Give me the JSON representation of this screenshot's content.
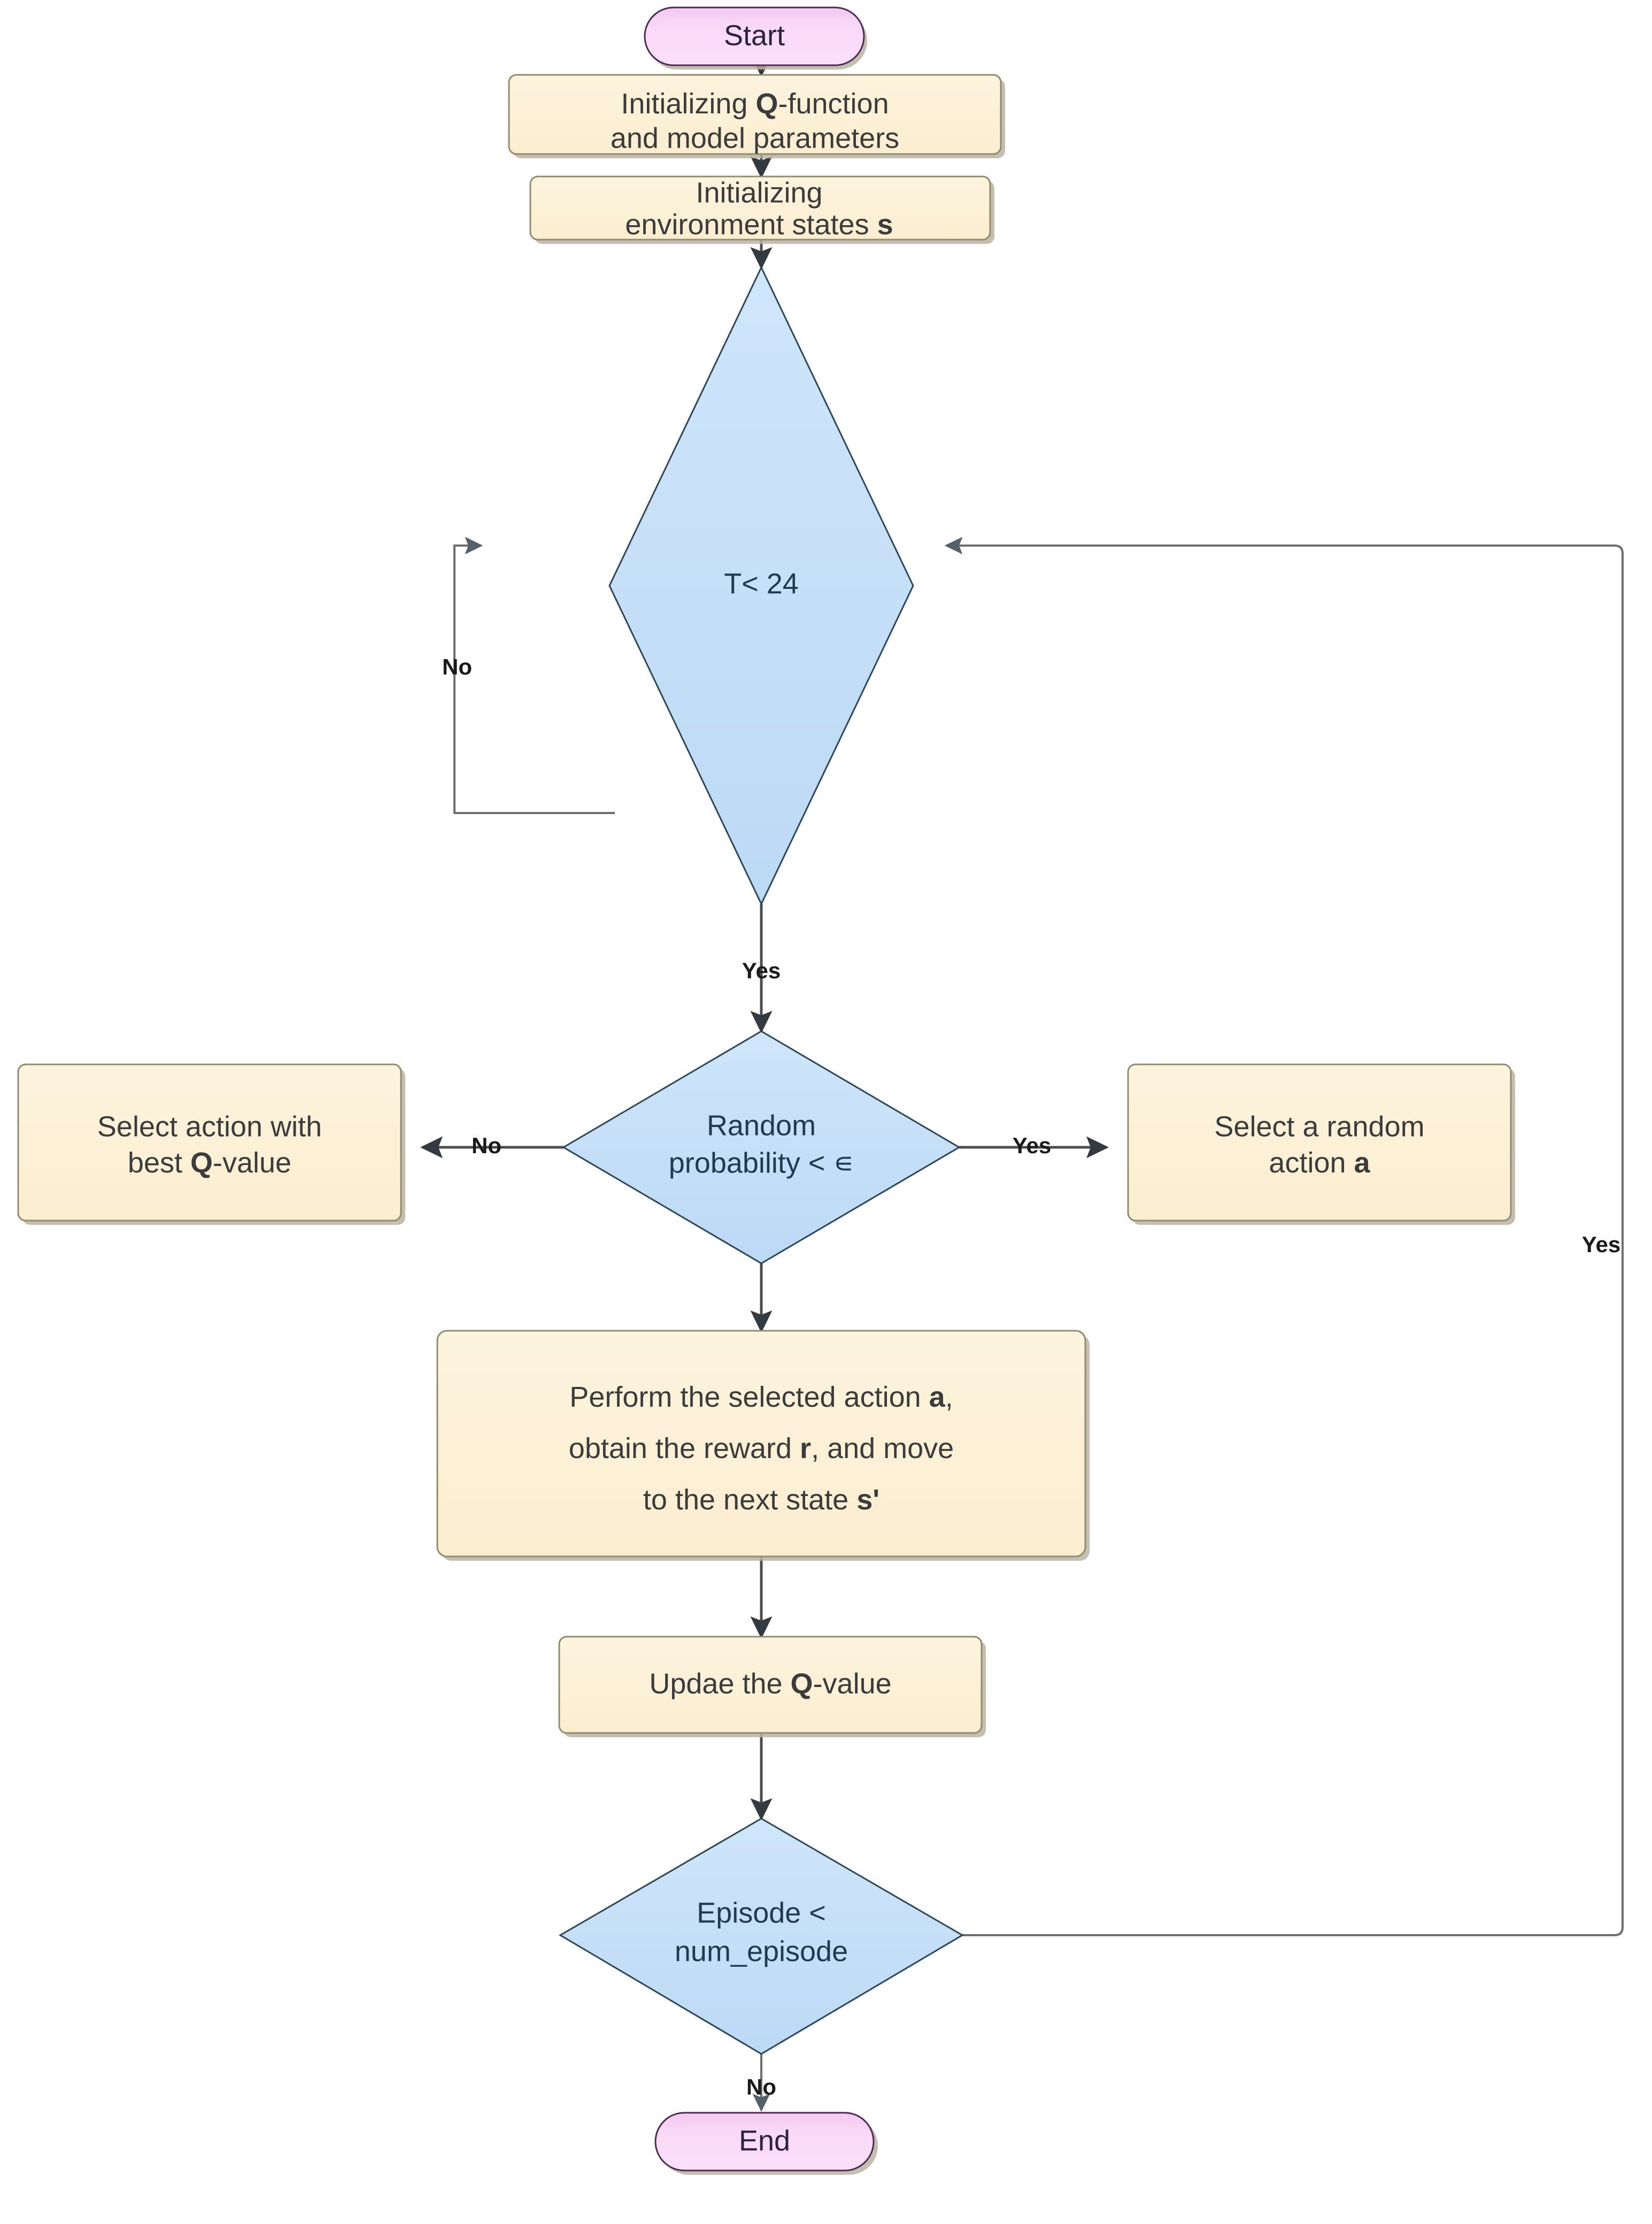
{
  "diagram": {
    "title": "Q-learning algorithm flowchart",
    "colors": {
      "process_fill": "#fdf2d8",
      "process_stroke": "#938b6e",
      "decision_fill": "#c6e0f8",
      "decision_stroke": "#2f4858",
      "terminator_fill": "#f9d7f7",
      "terminator_stroke": "#4d2a52",
      "edge": "#4d4d4d",
      "background": "#ffffff"
    },
    "nodes": {
      "start": {
        "type": "terminator",
        "label": "Start"
      },
      "init_q": {
        "type": "process",
        "lines": [
          "Initializing Q-function",
          "and model parameters"
        ],
        "line1_pre": "Initializing ",
        "line1_bold": "Q",
        "line1_post": "-function",
        "line2": "and model parameters"
      },
      "init_env": {
        "type": "process",
        "line1": "Initializing",
        "line2_pre": "environment states ",
        "line2_bold": "s"
      },
      "t_check": {
        "type": "decision",
        "label": "T< 24"
      },
      "rand_prob": {
        "type": "decision",
        "line1": "Random",
        "line2": "probability < ∊"
      },
      "best_q": {
        "type": "process",
        "line1": "Select action with",
        "line2_pre": "best ",
        "line2_bold": "Q",
        "line2_post": "-value"
      },
      "random_action": {
        "type": "process",
        "line1": "Select a random",
        "line2_pre": "action ",
        "line2_bold": "a"
      },
      "perform": {
        "type": "process",
        "line1_pre": "Perform the selected action ",
        "line1_bold": "a",
        "line1_post": ",",
        "line2_pre": "obtain the reward ",
        "line2_bold": "r",
        "line2_post": ", and move",
        "line3_pre": "to the next state ",
        "line3_bold": "s'"
      },
      "update_q": {
        "type": "process",
        "pre": "Updae the ",
        "bold": "Q",
        "post": "-value"
      },
      "episode_check": {
        "type": "decision",
        "line1": "Episode <",
        "line2": "num_episode"
      },
      "end": {
        "type": "terminator",
        "label": "End"
      }
    },
    "edges": [
      {
        "from": "start",
        "to": "init_q",
        "label": ""
      },
      {
        "from": "init_q",
        "to": "init_env",
        "label": ""
      },
      {
        "from": "init_env",
        "to": "t_check",
        "label": ""
      },
      {
        "from": "t_check",
        "to": "init_env",
        "label": "No"
      },
      {
        "from": "t_check",
        "to": "rand_prob",
        "label": "Yes"
      },
      {
        "from": "rand_prob",
        "to": "best_q",
        "label": "No"
      },
      {
        "from": "rand_prob",
        "to": "random_action",
        "label": "Yes"
      },
      {
        "from": "rand_prob",
        "to": "perform",
        "label": ""
      },
      {
        "from": "perform",
        "to": "update_q",
        "label": ""
      },
      {
        "from": "update_q",
        "to": "episode_check",
        "label": ""
      },
      {
        "from": "episode_check",
        "to": "init_env",
        "label": "Yes"
      },
      {
        "from": "episode_check",
        "to": "end",
        "label": "No"
      }
    ],
    "edge_labels": {
      "t_no": "No",
      "t_yes": "Yes",
      "rand_no": "No",
      "rand_yes": "Yes",
      "episode_yes": "Yes",
      "episode_no": "No"
    }
  }
}
